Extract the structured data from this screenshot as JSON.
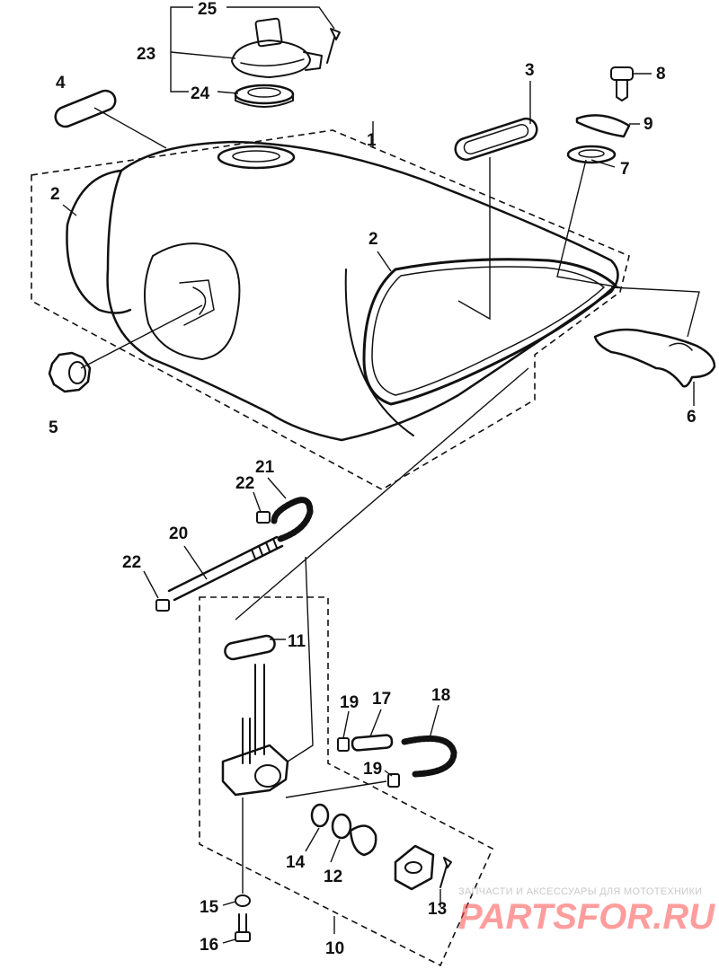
{
  "diagram": {
    "part_labels": [
      {
        "id": "p1",
        "text": "1"
      },
      {
        "id": "p2a",
        "text": "2"
      },
      {
        "id": "p2b",
        "text": "2"
      },
      {
        "id": "p3",
        "text": "3"
      },
      {
        "id": "p4",
        "text": "4"
      },
      {
        "id": "p5",
        "text": "5"
      },
      {
        "id": "p6",
        "text": "6"
      },
      {
        "id": "p7",
        "text": "7"
      },
      {
        "id": "p8",
        "text": "8"
      },
      {
        "id": "p9",
        "text": "9"
      },
      {
        "id": "p10",
        "text": "10"
      },
      {
        "id": "p11",
        "text": "11"
      },
      {
        "id": "p12",
        "text": "12"
      },
      {
        "id": "p13",
        "text": "13"
      },
      {
        "id": "p14",
        "text": "14"
      },
      {
        "id": "p15",
        "text": "15"
      },
      {
        "id": "p16",
        "text": "16"
      },
      {
        "id": "p17",
        "text": "17"
      },
      {
        "id": "p18",
        "text": "18"
      },
      {
        "id": "p19a",
        "text": "19"
      },
      {
        "id": "p19b",
        "text": "19"
      },
      {
        "id": "p20",
        "text": "20"
      },
      {
        "id": "p21",
        "text": "21"
      },
      {
        "id": "p22a",
        "text": "22"
      },
      {
        "id": "p22b",
        "text": "22"
      },
      {
        "id": "p23",
        "text": "23"
      },
      {
        "id": "p24",
        "text": "24"
      },
      {
        "id": "p25",
        "text": "25"
      }
    ]
  },
  "watermark": {
    "tagline": "ЗАПЧАСТИ И АКСЕССУАРЫ ДЛЯ МОТОТЕХНИКИ",
    "logo": "PARTSFOR.RU",
    "logo_color": "#ff4d4d"
  }
}
